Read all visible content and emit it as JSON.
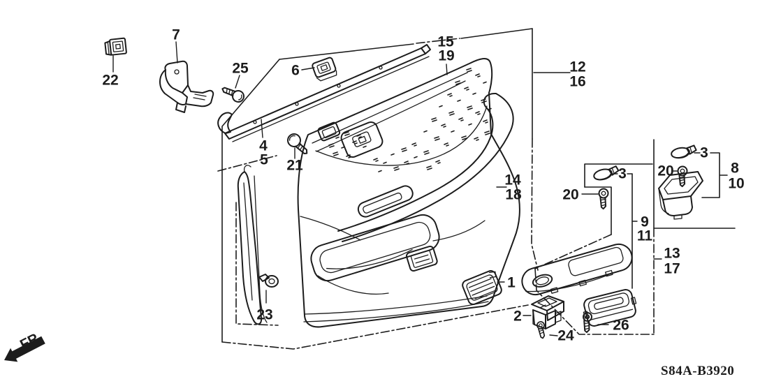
{
  "diagram": {
    "title_code": "S84A-B3920",
    "direction_label": "FR.",
    "callouts": [
      "22",
      "7",
      "25",
      "6",
      "4",
      "5",
      "21",
      "15",
      "19",
      "12",
      "16",
      "14",
      "18",
      "3",
      "20",
      "3",
      "20",
      "8",
      "10",
      "9",
      "11",
      "13",
      "17",
      "1",
      "2",
      "23",
      "24",
      "26"
    ],
    "colors": {
      "background": "#ffffff",
      "line": "#1c1c1c"
    }
  }
}
